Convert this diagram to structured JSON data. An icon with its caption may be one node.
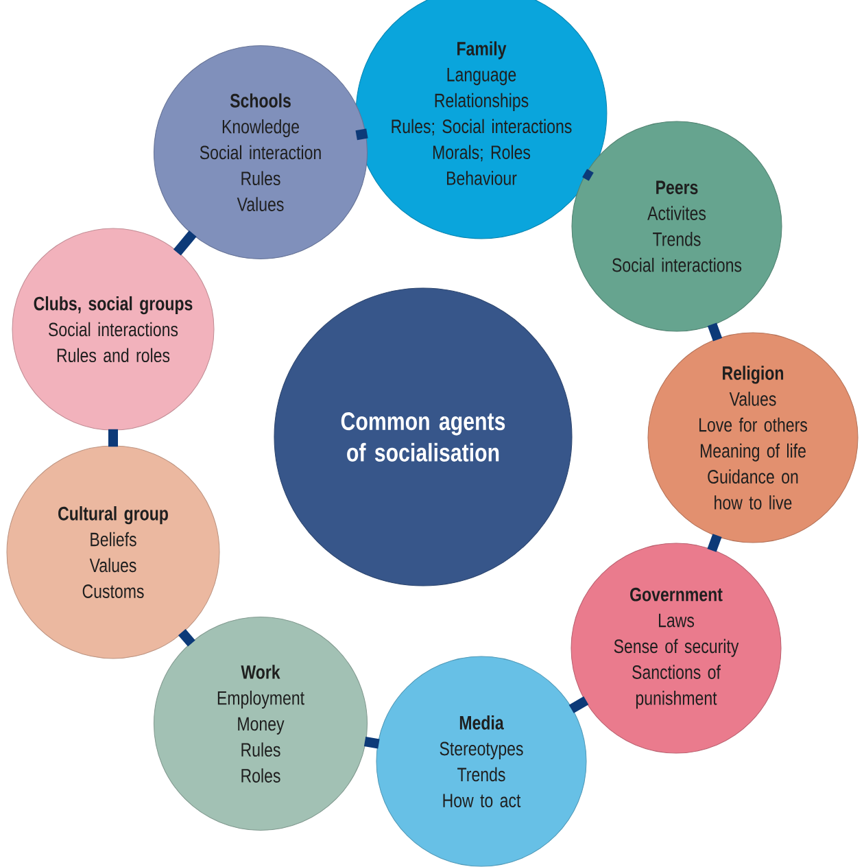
{
  "diagram": {
    "nodes": [
      {
        "text": [
          "Common agents of socialisation"
        ]
      },
      {
        "text": [
          "Family",
          "Language",
          "Relationships",
          "Rules; Social interactions",
          "Morals; Roles",
          "Behaviour"
        ]
      },
      {
        "text": [
          "Peers",
          "Activites",
          "Trends",
          "Social interactions"
        ]
      },
      {
        "text": [
          "Religion",
          "Values",
          "Love for others",
          "Meaning of life",
          "Guidance on how to live"
        ]
      },
      {
        "text": [
          "Government",
          "Laws",
          "Sense of security",
          "Sanctions of punishment"
        ]
      },
      {
        "text": [
          "Media",
          "Stereotypes",
          "Trends",
          "How to act"
        ]
      },
      {
        "text": [
          "Work",
          "Employment",
          "Money",
          "Rules",
          "Roles"
        ]
      },
      {
        "text": [
          "Cultural group",
          "Beliefs",
          "Values",
          "Customs"
        ]
      },
      {
        "text": [
          "Clubs, social groups",
          "Social interactions",
          "Rules and roles"
        ]
      },
      {
        "text": [
          "Schools",
          "Knowledge",
          "Social interaction",
          "Rules",
          "Values"
        ]
      }
    ],
    "edges": [
      {
        "from": 9,
        "to": 1,
        "arrow": "none"
      },
      {
        "from": 1,
        "to": 2,
        "arrow": "none"
      },
      {
        "from": 2,
        "to": 3,
        "arrow": "none"
      },
      {
        "from": 3,
        "to": 4,
        "arrow": "none"
      },
      {
        "from": 4,
        "to": 5,
        "arrow": "none"
      },
      {
        "from": 5,
        "to": 6,
        "arrow": "none"
      },
      {
        "from": 6,
        "to": 7,
        "arrow": "none"
      },
      {
        "from": 7,
        "to": 8,
        "arrow": "none"
      },
      {
        "from": 8,
        "to": 9,
        "arrow": "none"
      }
    ]
  }
}
